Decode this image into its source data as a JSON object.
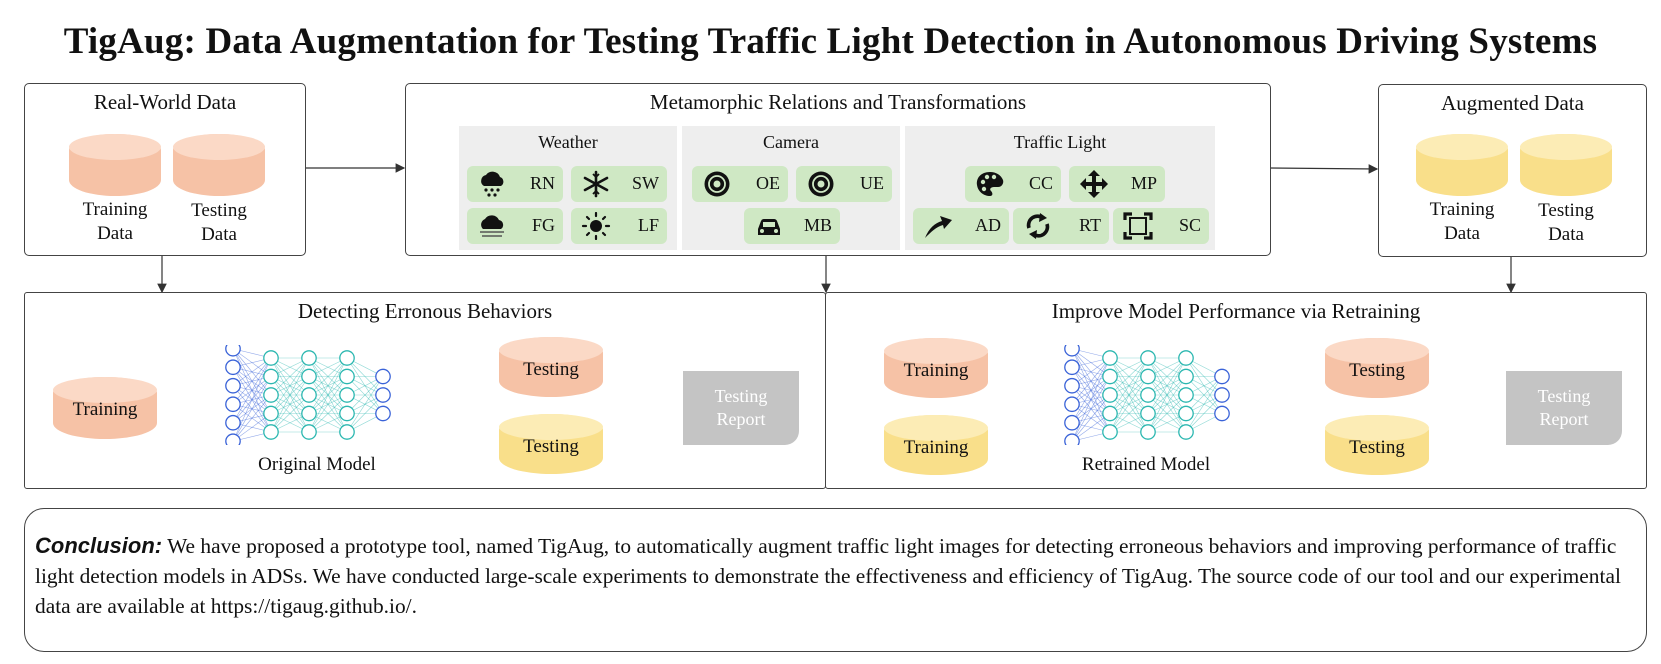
{
  "title": "TigAug: Data Augmentation for Testing Traffic Light Detection in Autonomous Driving Systems",
  "real_world": {
    "title": "Real-World Data",
    "training": [
      "Training",
      "Data"
    ],
    "testing": [
      "Testing",
      "Data"
    ]
  },
  "metamorphic": {
    "title": "Metamorphic Relations and Transformations",
    "weather": {
      "title": "Weather",
      "chips": [
        {
          "icon": "rain-cloud-icon",
          "label": "RN"
        },
        {
          "icon": "snowflake-icon",
          "label": "SW"
        },
        {
          "icon": "fog-cloud-icon",
          "label": "FG"
        },
        {
          "icon": "sun-icon",
          "label": "LF"
        }
      ]
    },
    "camera": {
      "title": "Camera",
      "chips": [
        {
          "icon": "lens-icon",
          "label": "OE"
        },
        {
          "icon": "lens-icon",
          "label": "UE"
        },
        {
          "icon": "car-icon",
          "label": "MB"
        }
      ]
    },
    "traffic_light": {
      "title": "Traffic Light",
      "chips": [
        {
          "icon": "palette-icon",
          "label": "CC"
        },
        {
          "icon": "move-arrows-icon",
          "label": "MP"
        },
        {
          "icon": "curved-arrow-icon",
          "label": "AD"
        },
        {
          "icon": "rotate-icon",
          "label": "RT"
        },
        {
          "icon": "scale-frame-icon",
          "label": "SC"
        }
      ]
    }
  },
  "augmented": {
    "title": "Augmented Data",
    "training": [
      "Training",
      "Data"
    ],
    "testing": [
      "Testing",
      "Data"
    ]
  },
  "detecting": {
    "title": "Detecting Erronous Behaviors",
    "training": "Training",
    "testing_real": "Testing",
    "testing_aug": "Testing",
    "model_label": "Original Model",
    "report": [
      "Testing",
      "Report"
    ]
  },
  "retraining": {
    "title": "Improve Model Performance via Retraining",
    "training_real": "Training",
    "training_aug": "Training",
    "testing_real": "Testing",
    "testing_aug": "Testing",
    "model_label": "Retrained Model",
    "report": [
      "Testing",
      "Report"
    ]
  },
  "conclusion": {
    "label": "Conclusion:",
    "text": "We have proposed a prototype tool, named TigAug, to automatically augment traffic light images for detecting erroneous behaviors and improving performance of traffic light detection models in ADSs. We have conducted large-scale experiments to demonstrate the effectiveness and efficiency of TigAug. The source code of our tool and our experimental data are available at https://tigaug.github.io/."
  },
  "colors": {
    "real_data": "#f6c2a6",
    "augmented_data": "#f9df8a",
    "chip": "#cfe8c4",
    "panel": "#eeeeee",
    "report": "#c4c4c4",
    "nn_blue": "#3a63d8",
    "nn_teal": "#2bb7b0"
  }
}
